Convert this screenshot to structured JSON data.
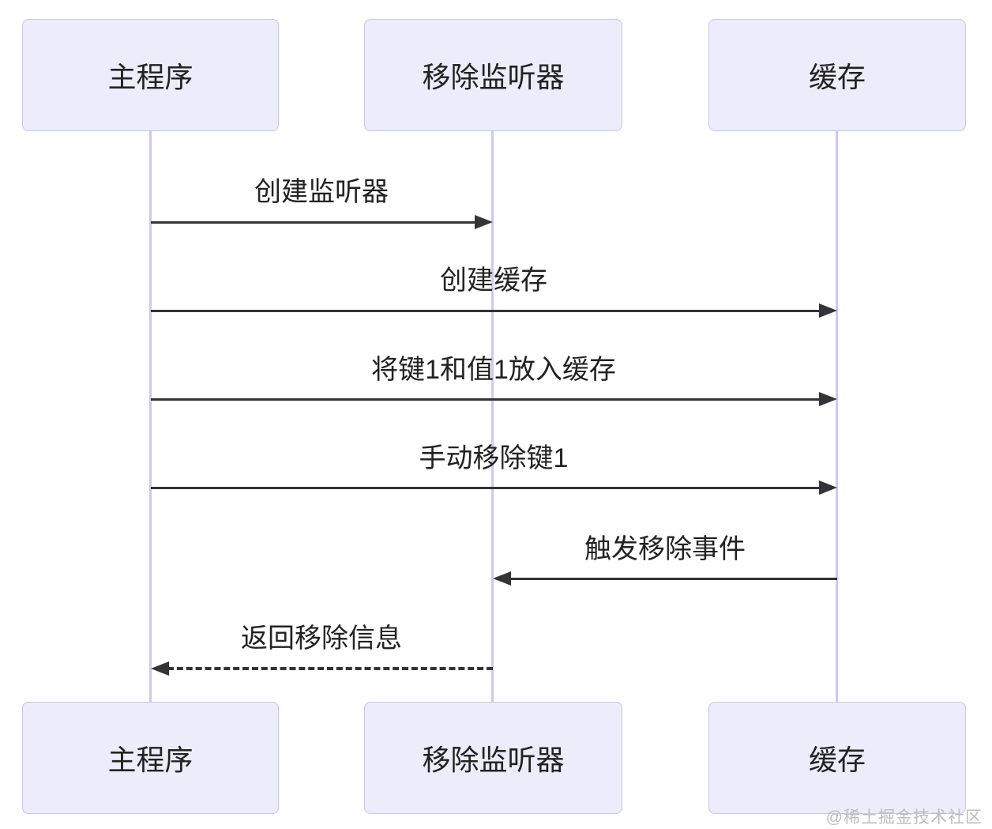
{
  "diagram": {
    "type": "sequence-diagram",
    "actors": [
      {
        "id": "main-program",
        "label": "主程序"
      },
      {
        "id": "removal-listener",
        "label": "移除监听器"
      },
      {
        "id": "cache",
        "label": "缓存"
      }
    ],
    "messages": [
      {
        "label": "创建监听器",
        "from": "主程序",
        "to": "移除监听器",
        "line": "solid",
        "direction": "right"
      },
      {
        "label": "创建缓存",
        "from": "主程序",
        "to": "缓存",
        "line": "solid",
        "direction": "right"
      },
      {
        "label": "将键1和值1放入缓存",
        "from": "主程序",
        "to": "缓存",
        "line": "solid",
        "direction": "right"
      },
      {
        "label": "手动移除键1",
        "from": "主程序",
        "to": "缓存",
        "line": "solid",
        "direction": "right"
      },
      {
        "label": "触发移除事件",
        "from": "缓存",
        "to": "移除监听器",
        "line": "solid",
        "direction": "left"
      },
      {
        "label": "返回移除信息",
        "from": "移除监听器",
        "to": "主程序",
        "line": "dashed",
        "direction": "left"
      }
    ],
    "colors": {
      "actor_fill": "#ECECFA",
      "actor_border": "#CBC5E6",
      "lifeline": "#CFC8EE",
      "arrow": "#333338",
      "text": "#222222",
      "watermark": "#BDBDBD"
    },
    "watermark": "@稀土掘金技术社区"
  }
}
